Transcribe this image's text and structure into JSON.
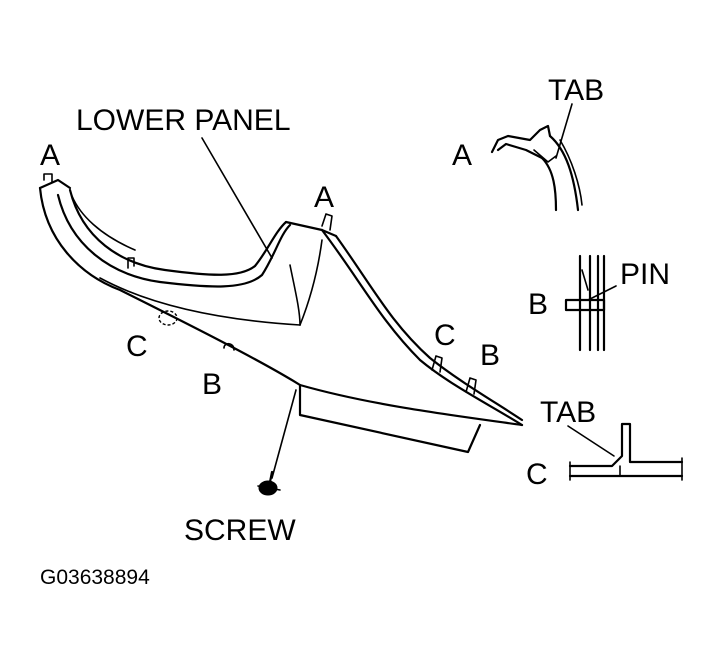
{
  "labels": {
    "lower_panel": "LOWER PANEL",
    "screw": "SCREW",
    "clip_a_left": "A",
    "clip_a_center": "A",
    "clip_b_lower": "B",
    "clip_b_right": "B",
    "clip_c_lower": "C",
    "clip_c_right": "C"
  },
  "details": {
    "a": {
      "letter": "A",
      "callout": "TAB"
    },
    "b": {
      "letter": "B",
      "callout": "PIN"
    },
    "c": {
      "letter": "C",
      "callout": "TAB"
    }
  },
  "figure_code": "G03638894"
}
